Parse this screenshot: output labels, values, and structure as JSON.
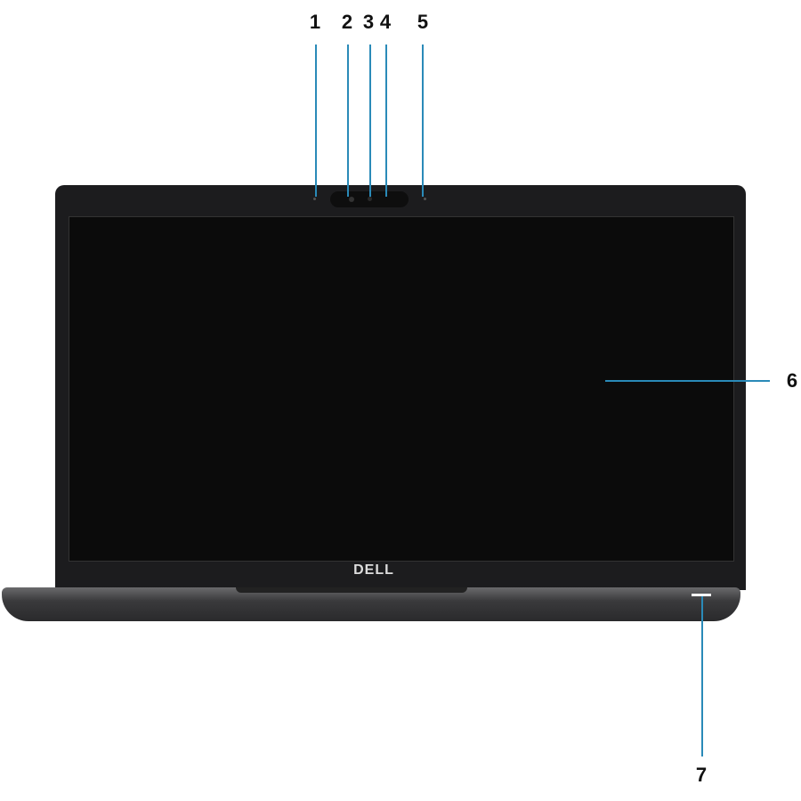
{
  "brand_logo": "DELL",
  "callouts": [
    {
      "number": "1"
    },
    {
      "number": "2"
    },
    {
      "number": "3"
    },
    {
      "number": "4"
    },
    {
      "number": "5"
    },
    {
      "number": "6"
    },
    {
      "number": "7"
    }
  ],
  "colors": {
    "callout_line": "#2a8ab8",
    "bezel": "#1c1c1e",
    "screen": "#0b0b0b",
    "base": "#4a4a4c"
  }
}
